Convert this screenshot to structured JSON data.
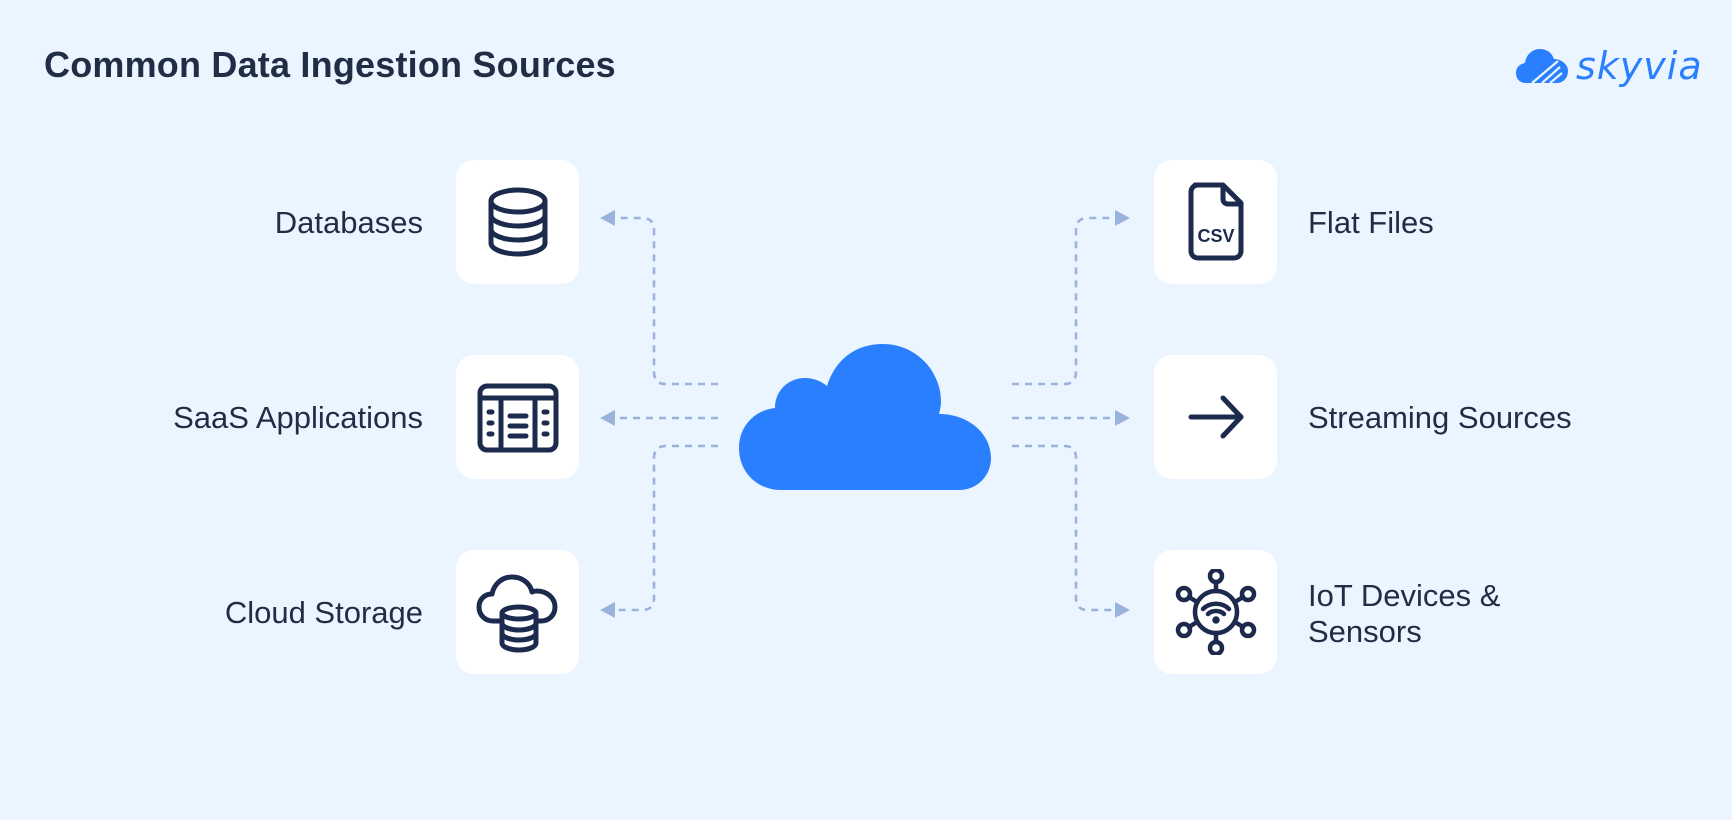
{
  "title": "Common Data Ingestion Sources",
  "logo": {
    "icon": "skyvia-cloud-icon",
    "text": "skyvia",
    "color": "#2a7fff"
  },
  "center": {
    "icon": "cloud-icon",
    "color": "#2a7fff"
  },
  "colors": {
    "background": "#ebf5ff",
    "card": "#ffffff",
    "icon_stroke": "#1c2a4d",
    "connector": "#9ab3dc",
    "text": "#1f2d45"
  },
  "sources_left": [
    {
      "label": "Databases",
      "icon": "database-icon"
    },
    {
      "label": "SaaS Applications",
      "icon": "app-window-icon"
    },
    {
      "label": "Cloud Storage",
      "icon": "cloud-database-icon"
    }
  ],
  "sources_right": [
    {
      "label": "Flat Files",
      "icon": "csv-file-icon",
      "icon_text": "CSV"
    },
    {
      "label": "Streaming Sources",
      "icon": "arrow-right-icon"
    },
    {
      "label_line1": "IoT Devices &",
      "label_line2": "Sensors",
      "icon": "iot-network-icon"
    }
  ]
}
